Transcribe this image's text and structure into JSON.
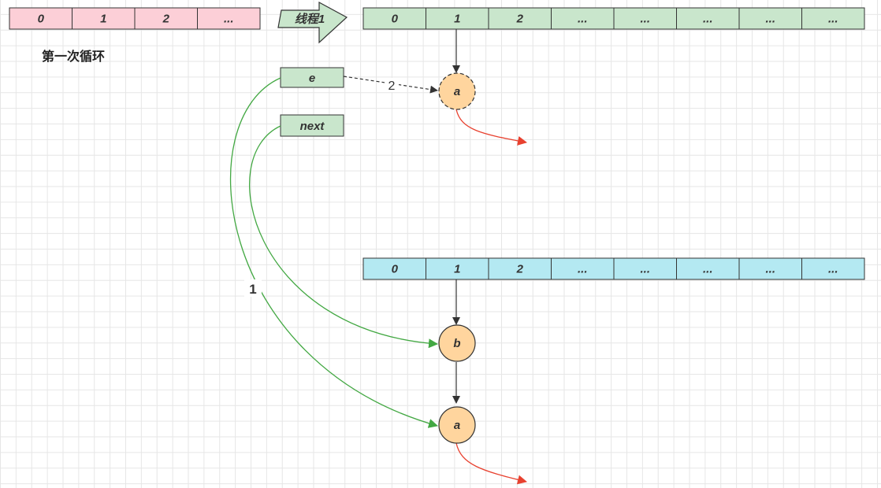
{
  "colors": {
    "pink": "#fccfd7",
    "green": "#c9e6cc",
    "cyan": "#b4e9f2",
    "node": "#ffd59e",
    "border": "#333333",
    "green_edge": "#43a843",
    "red_edge": "#e8412f"
  },
  "caption": "第一次循环",
  "arrow_label": "线程1",
  "pink_array": [
    "0",
    "1",
    "2",
    "..."
  ],
  "green_array": [
    "0",
    "1",
    "2",
    "...",
    "...",
    "...",
    "...",
    "..."
  ],
  "cyan_array": [
    "0",
    "1",
    "2",
    "...",
    "...",
    "...",
    "...",
    "..."
  ],
  "pointer_e": "e",
  "pointer_next": "next",
  "node_top": "a",
  "node_b": "b",
  "node_a": "a",
  "step_labels": {
    "dashed": "2",
    "green": "1"
  }
}
